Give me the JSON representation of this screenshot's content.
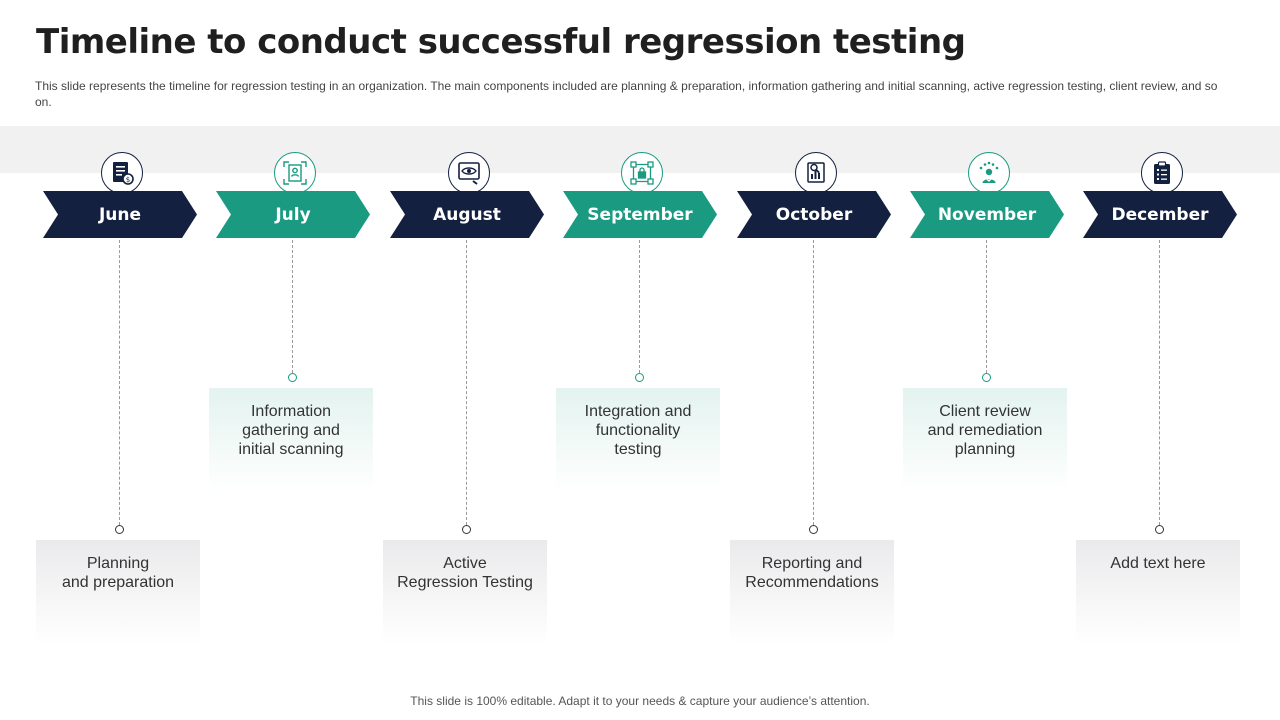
{
  "title": "Timeline to conduct successful regression testing",
  "subtitle": "This slide represents the timeline for regression testing in an organization. The main components included are planning & preparation, information gathering and initial scanning, active regression testing, client review, and so on.",
  "footer": "This slide is 100% editable. Adapt it to your needs & capture your audience’s attention.",
  "colors": {
    "navy": "#132040",
    "teal": "#1a9a80",
    "band": "#f1f1f1"
  },
  "milestones": [
    {
      "month": "June",
      "text": "Planning\nand preparation",
      "icon": "document-report-icon",
      "theme": "navy",
      "position": "bottom"
    },
    {
      "month": "July",
      "text": "Information\ngathering and\ninitial scanning",
      "icon": "profile-scan-icon",
      "theme": "teal",
      "position": "top"
    },
    {
      "month": "August",
      "text": "Active\nRegression Testing",
      "icon": "monitor-eye-icon",
      "theme": "navy",
      "position": "bottom"
    },
    {
      "month": "September",
      "text": "Integration and\nfunctionality\ntesting",
      "icon": "network-lock-icon",
      "theme": "teal",
      "position": "top"
    },
    {
      "month": "October",
      "text": "Reporting and\nRecommendations",
      "icon": "magnifier-chart-icon",
      "theme": "navy",
      "position": "bottom"
    },
    {
      "month": "November",
      "text": "Client review\nand remediation\nplanning",
      "icon": "client-stars-icon",
      "theme": "teal",
      "position": "top"
    },
    {
      "month": "December",
      "text": "Add text here",
      "icon": "clipboard-checklist-icon",
      "theme": "navy",
      "position": "bottom"
    }
  ]
}
